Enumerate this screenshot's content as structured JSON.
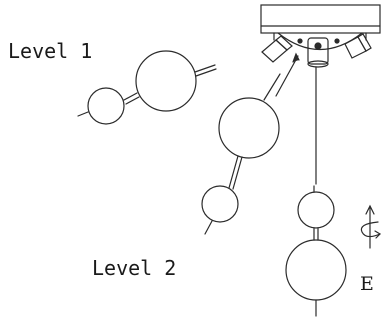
{
  "labels": {
    "level_1": "Level 1",
    "level_2": "Level 2",
    "variant": "E"
  },
  "icons": {
    "rotation": "rotate-arrow-icon"
  },
  "colors": {
    "stroke": "#2b2b2b",
    "background": "#ffffff"
  }
}
